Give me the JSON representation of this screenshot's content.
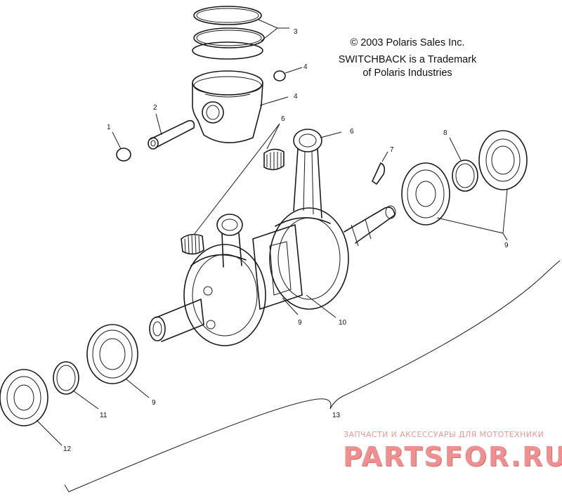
{
  "copyright": {
    "line1": "© 2003 Polaris Sales Inc.",
    "line2": "SWITCHBACK is a Trademark",
    "line3": "of Polaris Industries"
  },
  "callouts": {
    "c1": "1",
    "c2": "2",
    "c3": "3",
    "c4": "4",
    "c4b": "4",
    "c6a": "6",
    "c6b": "6",
    "c7": "7",
    "c8": "8",
    "c9a": "9",
    "c9b": "9",
    "c9c": "9",
    "c10": "10",
    "c11": "11",
    "c12": "12",
    "c13": "13"
  },
  "watermark": {
    "tagline": "ЗАПЧАСТИ И АКСЕССУАРЫ ДЛЯ МОТОТЕХНИКИ",
    "logo": "PARTSFOR.RU"
  }
}
